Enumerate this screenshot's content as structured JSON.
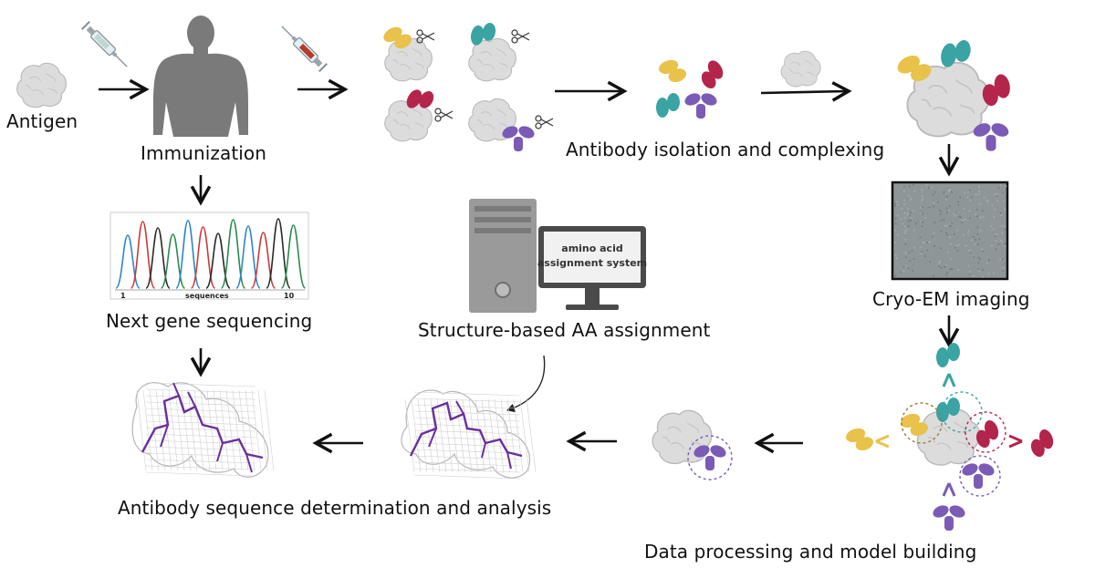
{
  "labels": {
    "antigen": "Antigen",
    "immunization": "Immunization",
    "isolation": "Antibody isolation and complexing",
    "cryoem": "Cryo-EM imaging",
    "ngs": "Next gene sequencing",
    "aa_assignment": "Structure-based AA assignment",
    "processing": "Data processing and model building",
    "determination": "Antibody sequence determination and analysis"
  },
  "computer_screen": {
    "line1": "amino acid",
    "line2": "assignment system"
  },
  "sequencing_plot": {
    "axis_start": "1",
    "axis_label": "sequences",
    "axis_end": "10"
  },
  "colors": {
    "antibody_yellow": "#e8c24a",
    "antibody_teal": "#3aa3a3",
    "antibody_red": "#b3254a",
    "antibody_purple": "#7b5bb5",
    "antigen_gray": "#dcdcdc",
    "model_purple": "#6a2e9e"
  }
}
